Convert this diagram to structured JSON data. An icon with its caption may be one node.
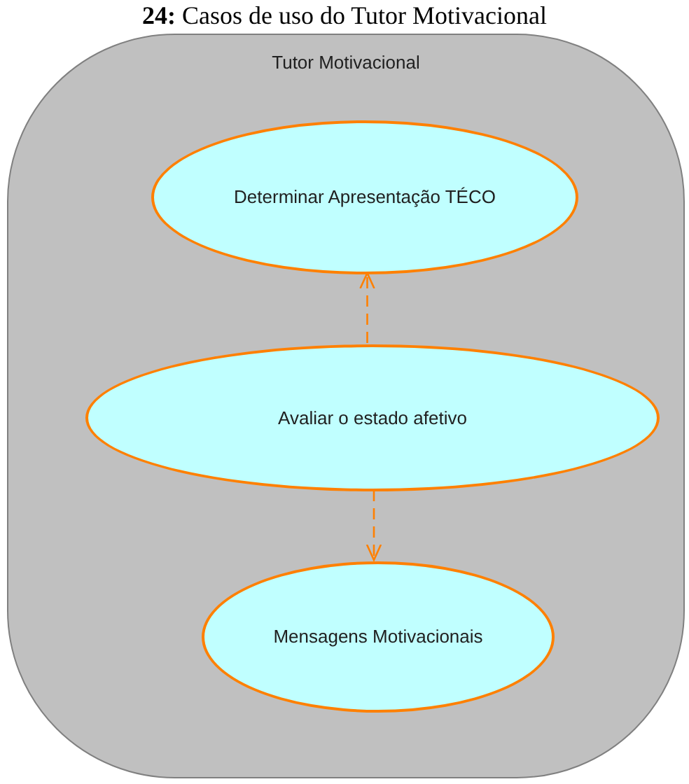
{
  "diagram": {
    "title": "**24:** Casos de uso do Tutor Motivacional",
    "nodes": [
      {
        "text": [
          "Tutor Motivacional"
        ]
      },
      {
        "text": [
          "Determinar Apresentação TÉCO"
        ],
        "in": 0
      },
      {
        "text": [
          "Avaliar o estado afetivo"
        ],
        "in": 0
      },
      {
        "text": [
          "Mensagens Motivacionais"
        ],
        "in": 0
      }
    ],
    "edges": [
      {
        "from": 2,
        "to": 1,
        "arrow": "to",
        "style": "dashed",
        "color": "#ff8000"
      },
      {
        "from": 2,
        "to": 3,
        "arrow": "to",
        "style": "dashed",
        "color": "#ff8000"
      }
    ]
  }
}
